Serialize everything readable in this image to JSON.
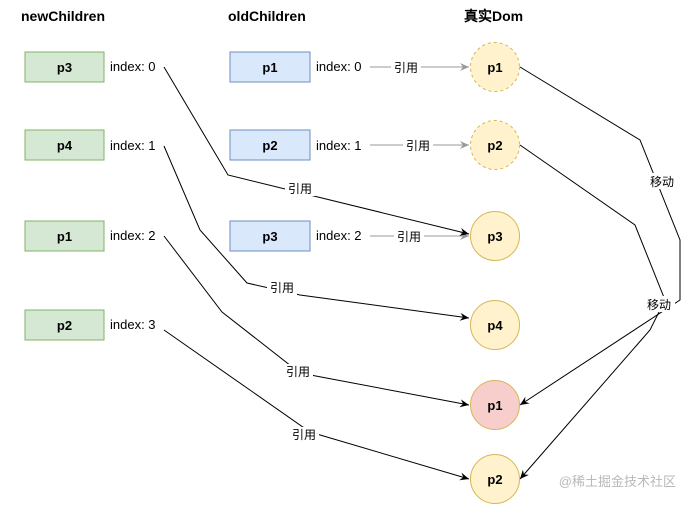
{
  "headers": {
    "new": "newChildren",
    "old": "oldChildren",
    "dom": "真实Dom"
  },
  "new_children": [
    {
      "label": "p3",
      "index": "index: 0"
    },
    {
      "label": "p4",
      "index": "index: 1"
    },
    {
      "label": "p1",
      "index": "index: 2"
    },
    {
      "label": "p2",
      "index": "index: 3"
    }
  ],
  "old_children": [
    {
      "label": "p1",
      "index": "index: 0"
    },
    {
      "label": "p2",
      "index": "index: 1"
    },
    {
      "label": "p3",
      "index": "index: 2"
    }
  ],
  "dom_nodes": [
    {
      "label": "p1"
    },
    {
      "label": "p2"
    },
    {
      "label": "p3"
    },
    {
      "label": "p4"
    },
    {
      "label": "p1"
    },
    {
      "label": "p2"
    }
  ],
  "edge_labels": {
    "ref": "引用",
    "move": "移动"
  },
  "watermark": "@稀土掘金技术社区",
  "colors": {
    "green_fill": "#d5e8d4",
    "green_stroke": "#82b366",
    "blue_fill": "#dae8fc",
    "blue_stroke": "#6c8ebf",
    "yellow_fill": "#fff2cc",
    "yellow_stroke": "#d6b656",
    "red_fill": "#f8cecc",
    "red_stroke": "#b85450"
  }
}
